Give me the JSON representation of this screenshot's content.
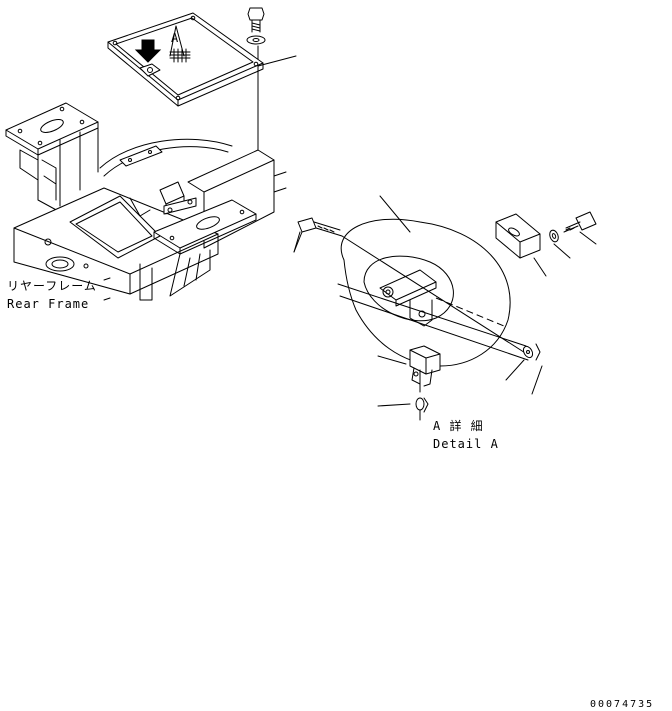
{
  "labels": {
    "rear_frame_jp": "リヤーフレーム",
    "rear_frame_en": "Rear Frame",
    "detail_jp": "A 詳 細",
    "detail_en": "Detail A",
    "view_marker": "A"
  },
  "document_number": "00074735"
}
